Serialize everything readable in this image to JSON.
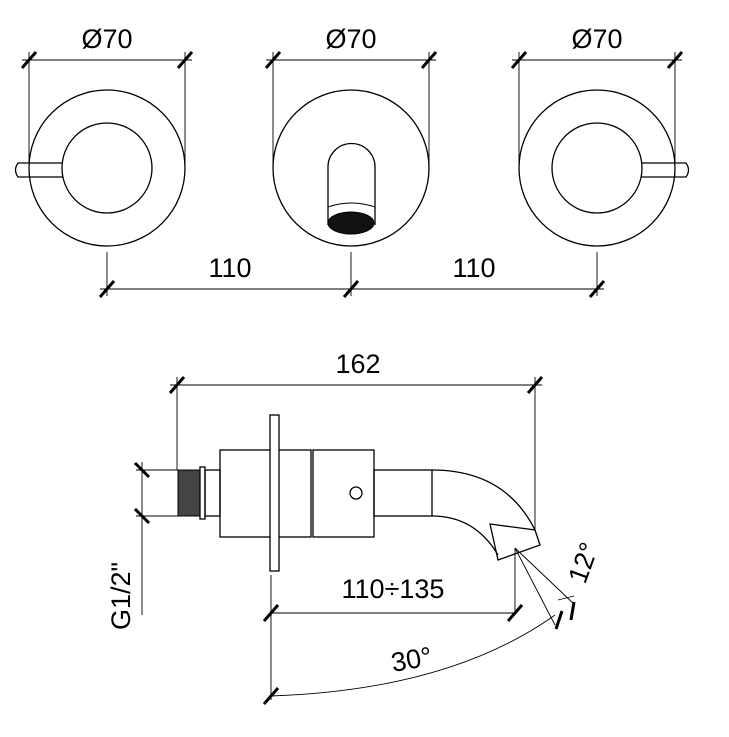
{
  "drawing": {
    "front_view": {
      "diameter_labels": [
        "Ø70",
        "Ø70",
        "Ø70"
      ],
      "spacing_labels": [
        "110",
        "110"
      ]
    },
    "side_view": {
      "overall_length_label": "162",
      "projection_range_label": "110÷135",
      "thread_label": "G1/2\"",
      "spray_angle_label": "12°",
      "spout_angle_label": "30°"
    }
  }
}
